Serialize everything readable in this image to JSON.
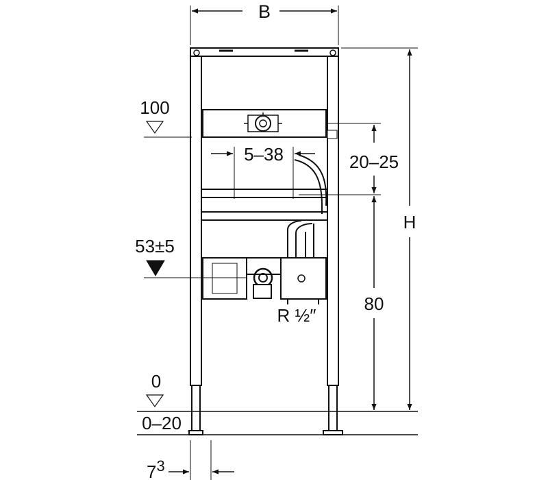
{
  "labels": {
    "width": "B",
    "height": "H",
    "level_top": "100",
    "level_mid": "53±5",
    "level_zero": "0",
    "adjust_range": "0–20",
    "spacing": "5–38",
    "gap": "20–25",
    "height_80": "80",
    "thread": "R ½″",
    "offset_base": "7",
    "offset_exp": "3"
  }
}
